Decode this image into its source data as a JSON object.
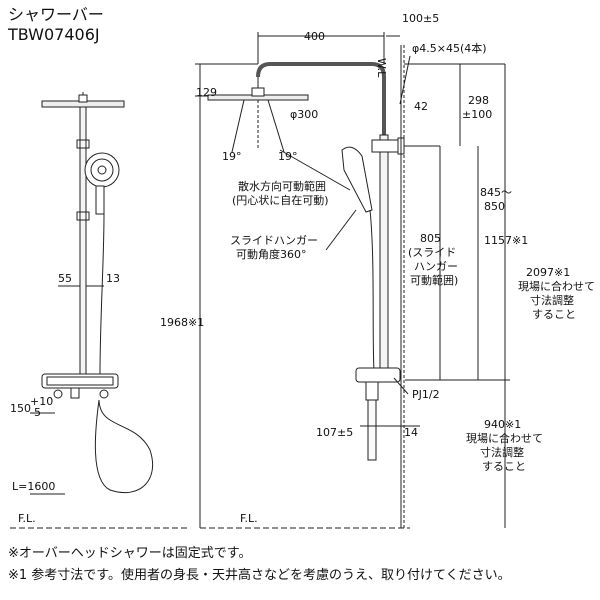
{
  "title_line1": "シャワーバー",
  "title_line2": "TBW07406J",
  "dims": {
    "d400": "400",
    "d100": "100±5",
    "wl": "W.L",
    "hole": "φ4.5×45(4本)",
    "d129": "129",
    "phi300": "φ300",
    "d298a": "298",
    "d298b": "±100",
    "d42": "42",
    "deg_l": "19°",
    "deg_r": "19°",
    "spray1": "散水方向可動範囲",
    "spray2": "(円心状に自在可動)",
    "d845a": "845～",
    "d845b": "850",
    "hanger1": "スライドハンガー",
    "hanger2": "可動角度360°",
    "d805a": "805",
    "d805b": "(スライド",
    "d805c": "ハンガー",
    "d805d": "可動範囲)",
    "d1157": "1157※1",
    "d2097a": "2097※1",
    "d2097b": "現場に合わせて",
    "d2097c": "寸法調整",
    "d2097d": "すること",
    "d55": "55",
    "d13": "13",
    "d1968": "1968※1",
    "d150": "150",
    "d150sup": "+10",
    "d150sub": "-5",
    "pj": "PJ1/2",
    "d107": "107±5",
    "d14": "14",
    "d940a": "940※1",
    "d940b": "現場に合わせて",
    "d940c": "寸法調整",
    "d940d": "すること",
    "hose": "L=1600",
    "fl_left": "F.L.",
    "fl_right": "F.L."
  },
  "notes": {
    "n1": "※オーバーヘッドシャワーは固定式です。",
    "n2": "※1 参考寸法です。使用者の身長・天井高さなどを考慮のうえ、取り付けてください。"
  }
}
